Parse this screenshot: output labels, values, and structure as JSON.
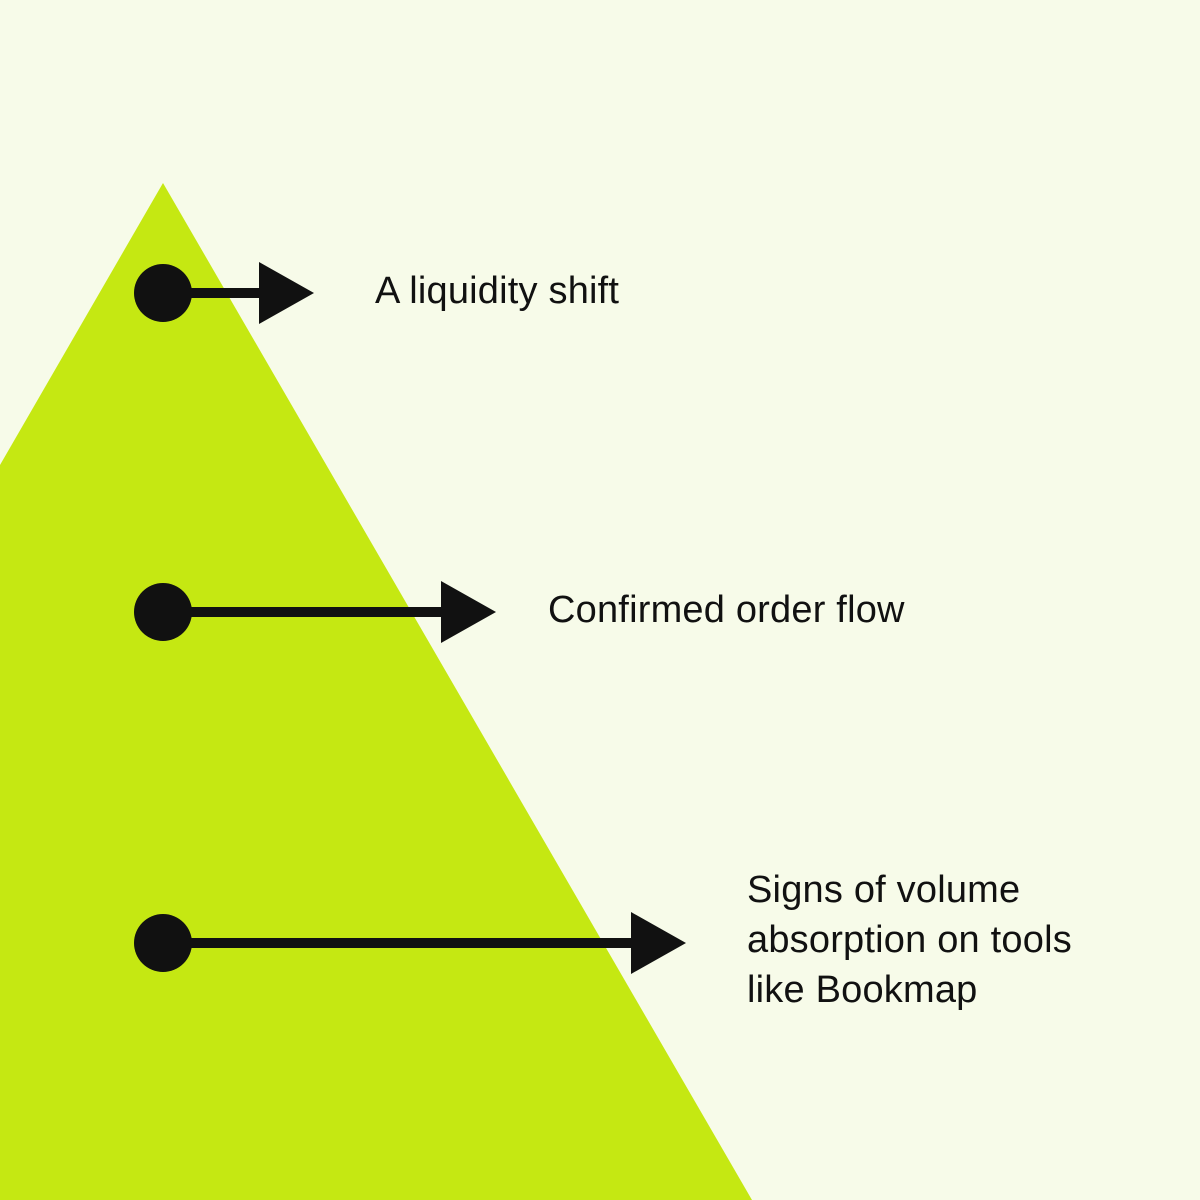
{
  "colors": {
    "background": "#f7fbe9",
    "pyramid": "#c5e812",
    "ink": "#111111"
  },
  "levels": [
    {
      "text": "A liquidity shift"
    },
    {
      "text": "Confirmed order flow"
    },
    {
      "lines": [
        "Signs of volume",
        "absorption on tools",
        "like Bookmap"
      ]
    }
  ]
}
